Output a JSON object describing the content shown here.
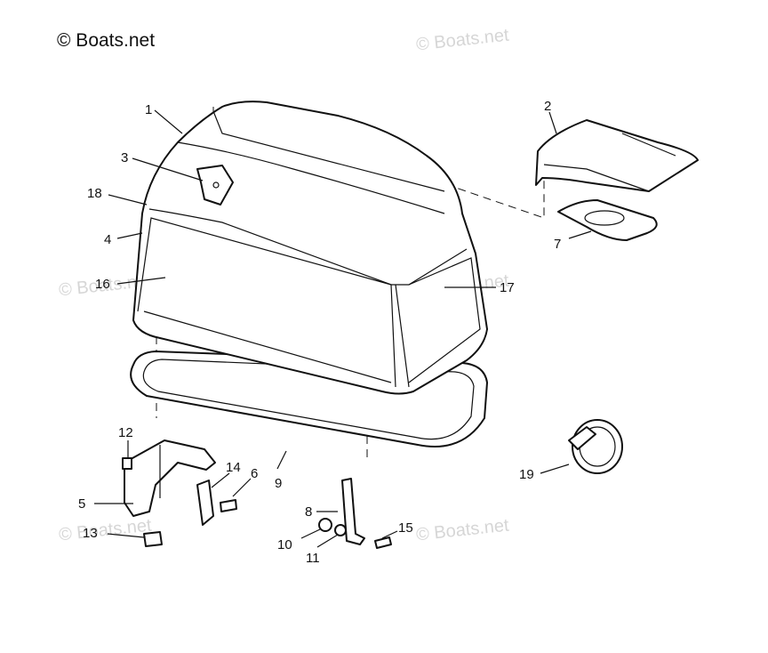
{
  "copyright": "© Boats.net",
  "watermark": "© Boats.net",
  "labels": [
    {
      "id": "1",
      "text": "1"
    },
    {
      "id": "2",
      "text": "2"
    },
    {
      "id": "3",
      "text": "3"
    },
    {
      "id": "4",
      "text": "4"
    },
    {
      "id": "5",
      "text": "5"
    },
    {
      "id": "6",
      "text": "6"
    },
    {
      "id": "7",
      "text": "7"
    },
    {
      "id": "8",
      "text": "8"
    },
    {
      "id": "9",
      "text": "9"
    },
    {
      "id": "10",
      "text": "10"
    },
    {
      "id": "11",
      "text": "11"
    },
    {
      "id": "12",
      "text": "12"
    },
    {
      "id": "13",
      "text": "13"
    },
    {
      "id": "14",
      "text": "14"
    },
    {
      "id": "15",
      "text": "15"
    },
    {
      "id": "16",
      "text": "16"
    },
    {
      "id": "17",
      "text": "17"
    },
    {
      "id": "18",
      "text": "18"
    },
    {
      "id": "19",
      "text": "19"
    }
  ]
}
